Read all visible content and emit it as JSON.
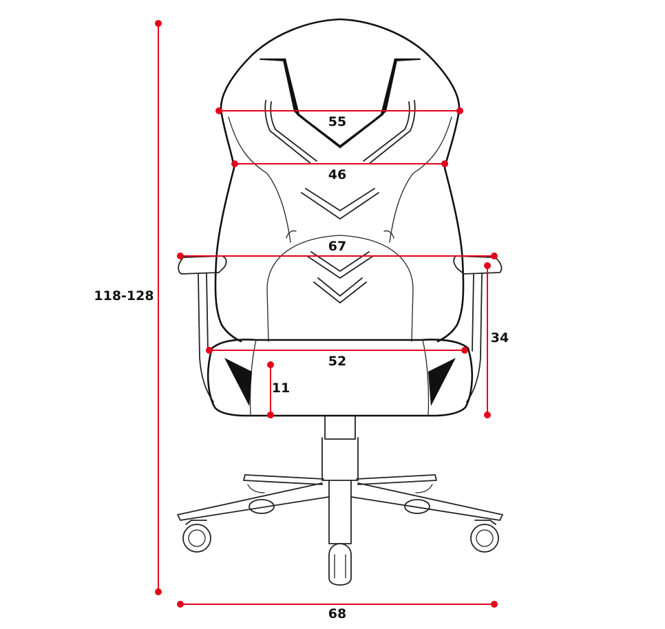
{
  "colors": {
    "dimension": "#e3001b",
    "line": "#111111",
    "background": "#ffffff"
  },
  "dimensions": {
    "height_total": "118-128",
    "headrest_width": "55",
    "backrest_width": "46",
    "armrest_span": "67",
    "seat_width": "52",
    "seat_thickness": "11",
    "armrest_height": "34",
    "base_width": "68"
  }
}
